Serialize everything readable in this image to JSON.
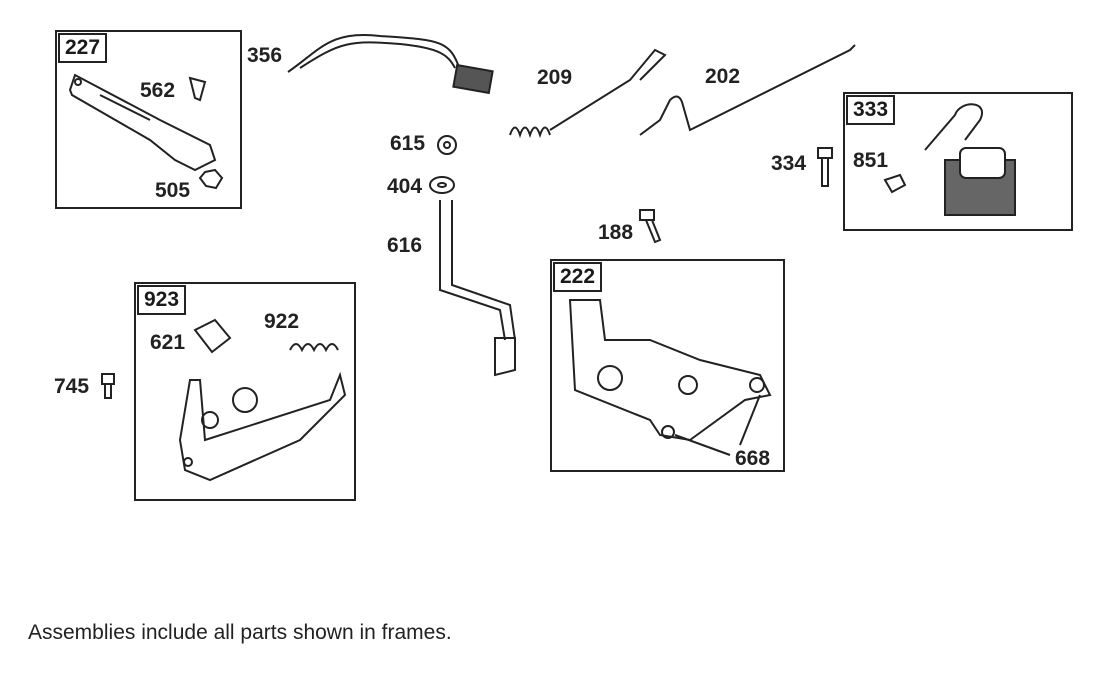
{
  "frames": {
    "f227": "227",
    "f333": "333",
    "f222": "222",
    "f923": "923"
  },
  "parts": {
    "p562": "562",
    "p505": "505",
    "p356": "356",
    "p209": "209",
    "p202": "202",
    "p334": "334",
    "p851": "851",
    "p615": "615",
    "p404": "404",
    "p616": "616",
    "p188": "188",
    "p668": "668",
    "p621": "621",
    "p922": "922",
    "p745": "745"
  },
  "note": "Assemblies include all parts shown in frames."
}
